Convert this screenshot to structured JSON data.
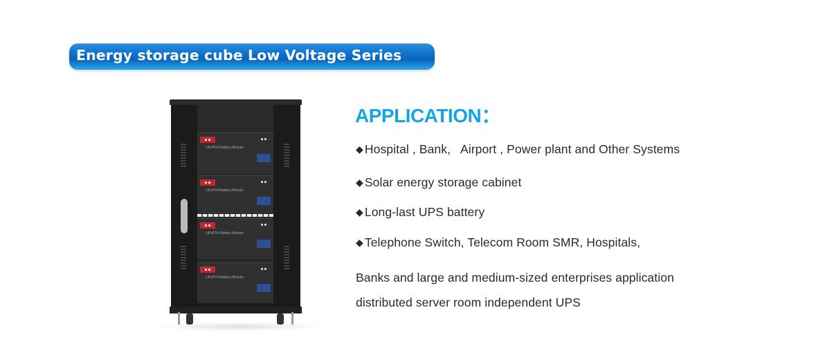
{
  "banner": {
    "title": "Energy storage cube Low Voltage Series"
  },
  "product": {
    "module_label": "LiFePO4 Battery Module"
  },
  "application": {
    "heading": "APPLICATION：",
    "bullet_icon": "black-diamond",
    "items": [
      "Hospital , Bank,   Airport , Power plant and Other Systems",
      "Solar energy storage cabinet",
      "Long-last UPS battery",
      "Telephone Switch, Telecom Room SMR, Hospitals,"
    ],
    "continuation": [
      "Banks and large and medium-sized enterprises application",
      "distributed server room independent UPS"
    ]
  },
  "colors": {
    "heading": "#12a7e2",
    "banner": "#0b6fc7",
    "text": "#2a2a2a"
  }
}
